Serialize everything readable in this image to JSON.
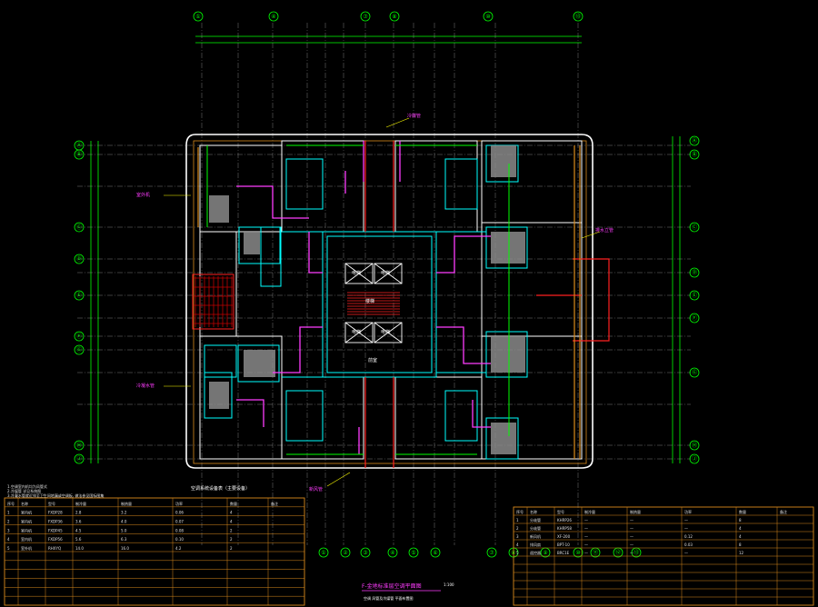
{
  "drawing": {
    "title": "F-金地标准层空调平面图",
    "scale": "1:100",
    "subtitle": "空调 风管及冷媒管 平面布置图",
    "legend_heading": "空调系统设备表（主要设备）",
    "notes": [
      "1.空调室内机均为风管式",
      "2.冷媒管 详见系统图",
      "3.冷凝水管就近排至卫生间地漏或空调板, 做法参见国标图集"
    ]
  },
  "grid": {
    "top": [
      "①",
      "④",
      "⑦",
      "⑧",
      "⑩",
      "⑬"
    ],
    "bottom": [
      "①",
      "②",
      "③",
      "④",
      "⑤",
      "⑥",
      "⑦",
      "⑧",
      "⑨",
      "⑩",
      "⑪",
      "⑫",
      "⑬"
    ],
    "left": [
      "Ⓐ",
      "Ⓑ",
      "Ⓒ",
      "Ⓓ",
      "Ⓔ",
      "Ⓕ",
      "Ⓖ",
      "Ⓗ",
      "Ⓙ"
    ],
    "right": [
      "Ⓐ",
      "Ⓑ",
      "Ⓒ",
      "Ⓓ",
      "Ⓔ",
      "Ⓕ",
      "Ⓖ",
      "Ⓗ",
      "Ⓙ"
    ]
  },
  "rooms": {
    "core_labels": [
      "电梯",
      "电梯",
      "电梯",
      "电梯",
      "楼梯",
      "前室"
    ],
    "callouts": [
      "冷媒管",
      "室外机",
      "冷凝水管",
      "排水立管",
      "新风管"
    ]
  },
  "tables": {
    "left": {
      "header": [
        "序号",
        "名称",
        "型号",
        "制冷量",
        "制热量",
        "功率",
        "数量",
        "备注"
      ],
      "rows": [
        [
          "1",
          "室内机",
          "FXDP28",
          "2.8",
          "3.2",
          "0.06",
          "4",
          ""
        ],
        [
          "2",
          "室内机",
          "FXDP36",
          "3.6",
          "4.0",
          "0.07",
          "4",
          ""
        ],
        [
          "3",
          "室内机",
          "FXDP45",
          "4.5",
          "5.0",
          "0.08",
          "2",
          ""
        ],
        [
          "4",
          "室内机",
          "FXDP56",
          "5.6",
          "6.3",
          "0.10",
          "2",
          ""
        ],
        [
          "5",
          "室外机",
          "RHXYQ",
          "14.0",
          "16.0",
          "4.2",
          "2",
          ""
        ]
      ]
    },
    "right": {
      "header": [
        "序号",
        "名称",
        "型号",
        "制冷量",
        "制热量",
        "功率",
        "数量",
        "备注"
      ],
      "rows": [
        [
          "1",
          "分歧管",
          "KHRP26",
          "—",
          "—",
          "—",
          "8",
          ""
        ],
        [
          "2",
          "分歧管",
          "KHRP58",
          "—",
          "—",
          "—",
          "4",
          ""
        ],
        [
          "3",
          "新风机",
          "XF-200",
          "—",
          "—",
          "0.12",
          "4",
          ""
        ],
        [
          "4",
          "排风扇",
          "BPT-10",
          "—",
          "—",
          "0.03",
          "8",
          ""
        ],
        [
          "5",
          "遥控器",
          "BRC1E",
          "—",
          "—",
          "—",
          "12",
          ""
        ]
      ]
    }
  },
  "colors": {
    "background": "#000000",
    "wall": "#ffffff",
    "grid_dim": "#00ff00",
    "bubble": "#00ff00",
    "duct": "#ff3cff",
    "pipe_cyan": "#00ffff",
    "table_line": "#d98a1c",
    "red_line": "#ff2020",
    "hatch": "#c00000",
    "yellow": "#ffff00"
  }
}
